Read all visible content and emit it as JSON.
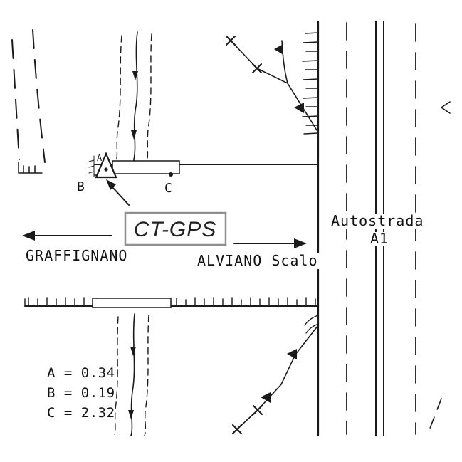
{
  "colors": {
    "ink": "#1a1a1a",
    "paper": "#ffffff",
    "station_box_border": "#8f8f8f"
  },
  "station": {
    "label": "CT-GPS"
  },
  "directions": {
    "left": "GRAFFIGNANO",
    "right": "ALVIANO Scalo"
  },
  "highway": {
    "name": "Autostrada",
    "number": "A1"
  },
  "points": {
    "a_small": "A",
    "b": "B",
    "c": "C"
  },
  "measurements": {
    "a": "A = 0.34",
    "b": "B = 0.19",
    "c": "C = 2.32"
  }
}
